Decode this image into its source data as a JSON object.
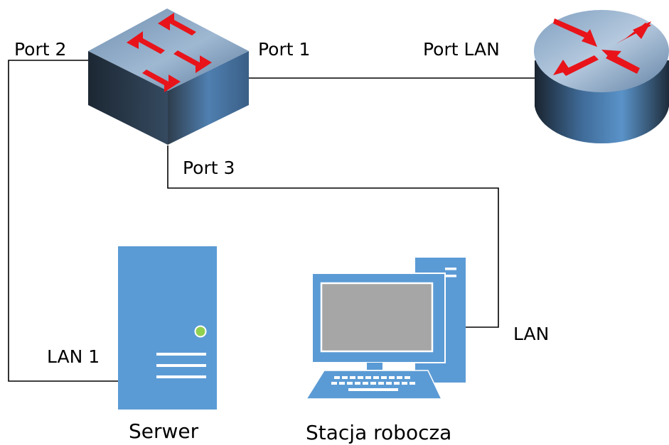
{
  "labels": {
    "switch_port_2": "Port 2",
    "switch_port_1": "Port 1",
    "switch_port_3": "Port 3",
    "router_port_lan": "Port LAN",
    "server_port": "LAN 1",
    "workstation_port": "LAN",
    "server_name": "Serwer",
    "workstation_name": "Stacja robocza"
  },
  "devices": {
    "switch_icon": "network-switch-icon",
    "router_icon": "router-icon",
    "server_icon": "server-tower-icon",
    "workstation_icon": "desktop-computer-icon"
  },
  "colors": {
    "arrows": "#e8141a",
    "device_blue": "#5b9bd5",
    "cable": "#000000"
  }
}
